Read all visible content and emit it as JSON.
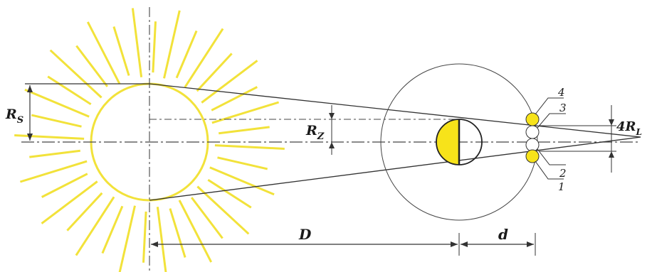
{
  "diagram": {
    "labels": {
      "sun_radius": "R",
      "sun_radius_sub": "S",
      "earth_radius": "R",
      "earth_radius_sub": "Z",
      "distance_sun_earth": "D",
      "distance_earth_moon": "d",
      "moon_radius": "4R",
      "moon_radius_sub": "L"
    },
    "moon_positions": [
      "1",
      "2",
      "3",
      "4"
    ],
    "colors": {
      "sun_rays": "#f2e23a",
      "sun_disc": "#f2e23a",
      "earth_day_side": "#f7e31a",
      "moon_lit": "#f7e31a",
      "lines": "#333333"
    }
  }
}
